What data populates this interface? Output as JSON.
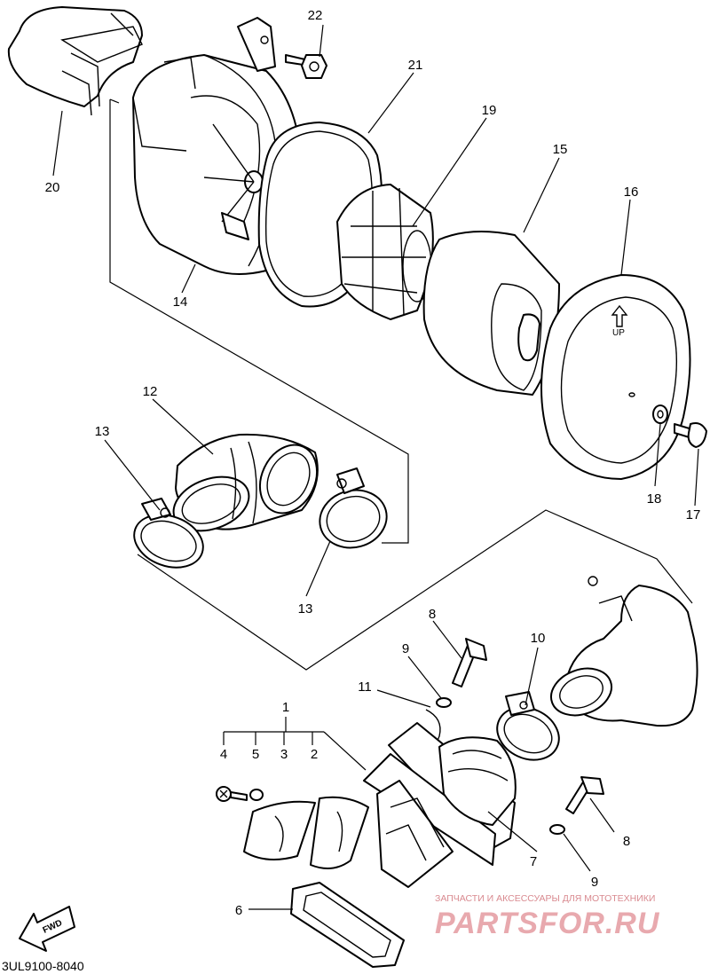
{
  "diagram": {
    "code": "3UL9100-8040",
    "fwd_label": "FWD",
    "up_label": "UP",
    "callouts": [
      {
        "id": "c22",
        "label": "22"
      },
      {
        "id": "c21",
        "label": "21"
      },
      {
        "id": "c19",
        "label": "19"
      },
      {
        "id": "c15",
        "label": "15"
      },
      {
        "id": "c16",
        "label": "16"
      },
      {
        "id": "c20",
        "label": "20"
      },
      {
        "id": "c14",
        "label": "14"
      },
      {
        "id": "c12",
        "label": "12"
      },
      {
        "id": "c13a",
        "label": "13"
      },
      {
        "id": "c13b",
        "label": "13"
      },
      {
        "id": "c18",
        "label": "18"
      },
      {
        "id": "c17",
        "label": "17"
      },
      {
        "id": "c8a",
        "label": "8"
      },
      {
        "id": "c9a",
        "label": "9"
      },
      {
        "id": "c10",
        "label": "10"
      },
      {
        "id": "c11",
        "label": "11"
      },
      {
        "id": "c1",
        "label": "1"
      },
      {
        "id": "c4",
        "label": "4"
      },
      {
        "id": "c5",
        "label": "5"
      },
      {
        "id": "c3",
        "label": "3"
      },
      {
        "id": "c2",
        "label": "2"
      },
      {
        "id": "c7",
        "label": "7"
      },
      {
        "id": "c8b",
        "label": "8"
      },
      {
        "id": "c9b",
        "label": "9"
      },
      {
        "id": "c6",
        "label": "6"
      }
    ]
  },
  "watermark": {
    "tagline": "ЗАПЧАСТИ И АКСЕССУАРЫ ДЛЯ МОТОТЕХНИКИ",
    "brand": "PARTSFOR.RU"
  }
}
